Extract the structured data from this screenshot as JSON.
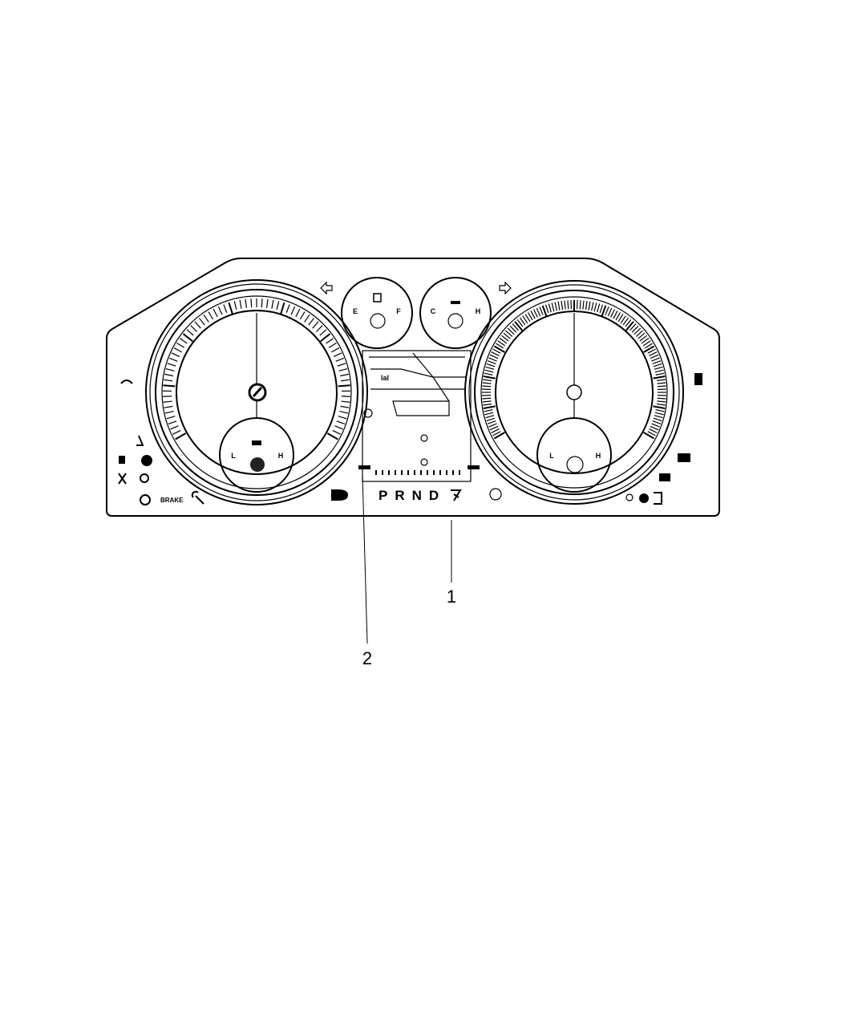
{
  "callouts": [
    {
      "number": "1",
      "target": "instrument-cluster"
    },
    {
      "number": "2",
      "target": "display-module"
    }
  ],
  "gauges": {
    "fuel": {
      "low": "E",
      "high": "F"
    },
    "temperature": {
      "low": "C",
      "high": "H"
    },
    "oil_pressure": {
      "low": "L",
      "high": "H"
    },
    "voltage": {
      "low": "L",
      "high": "H"
    }
  },
  "gear_indicator": "PRND",
  "warning_labels": {
    "brake": "BRAKE"
  }
}
